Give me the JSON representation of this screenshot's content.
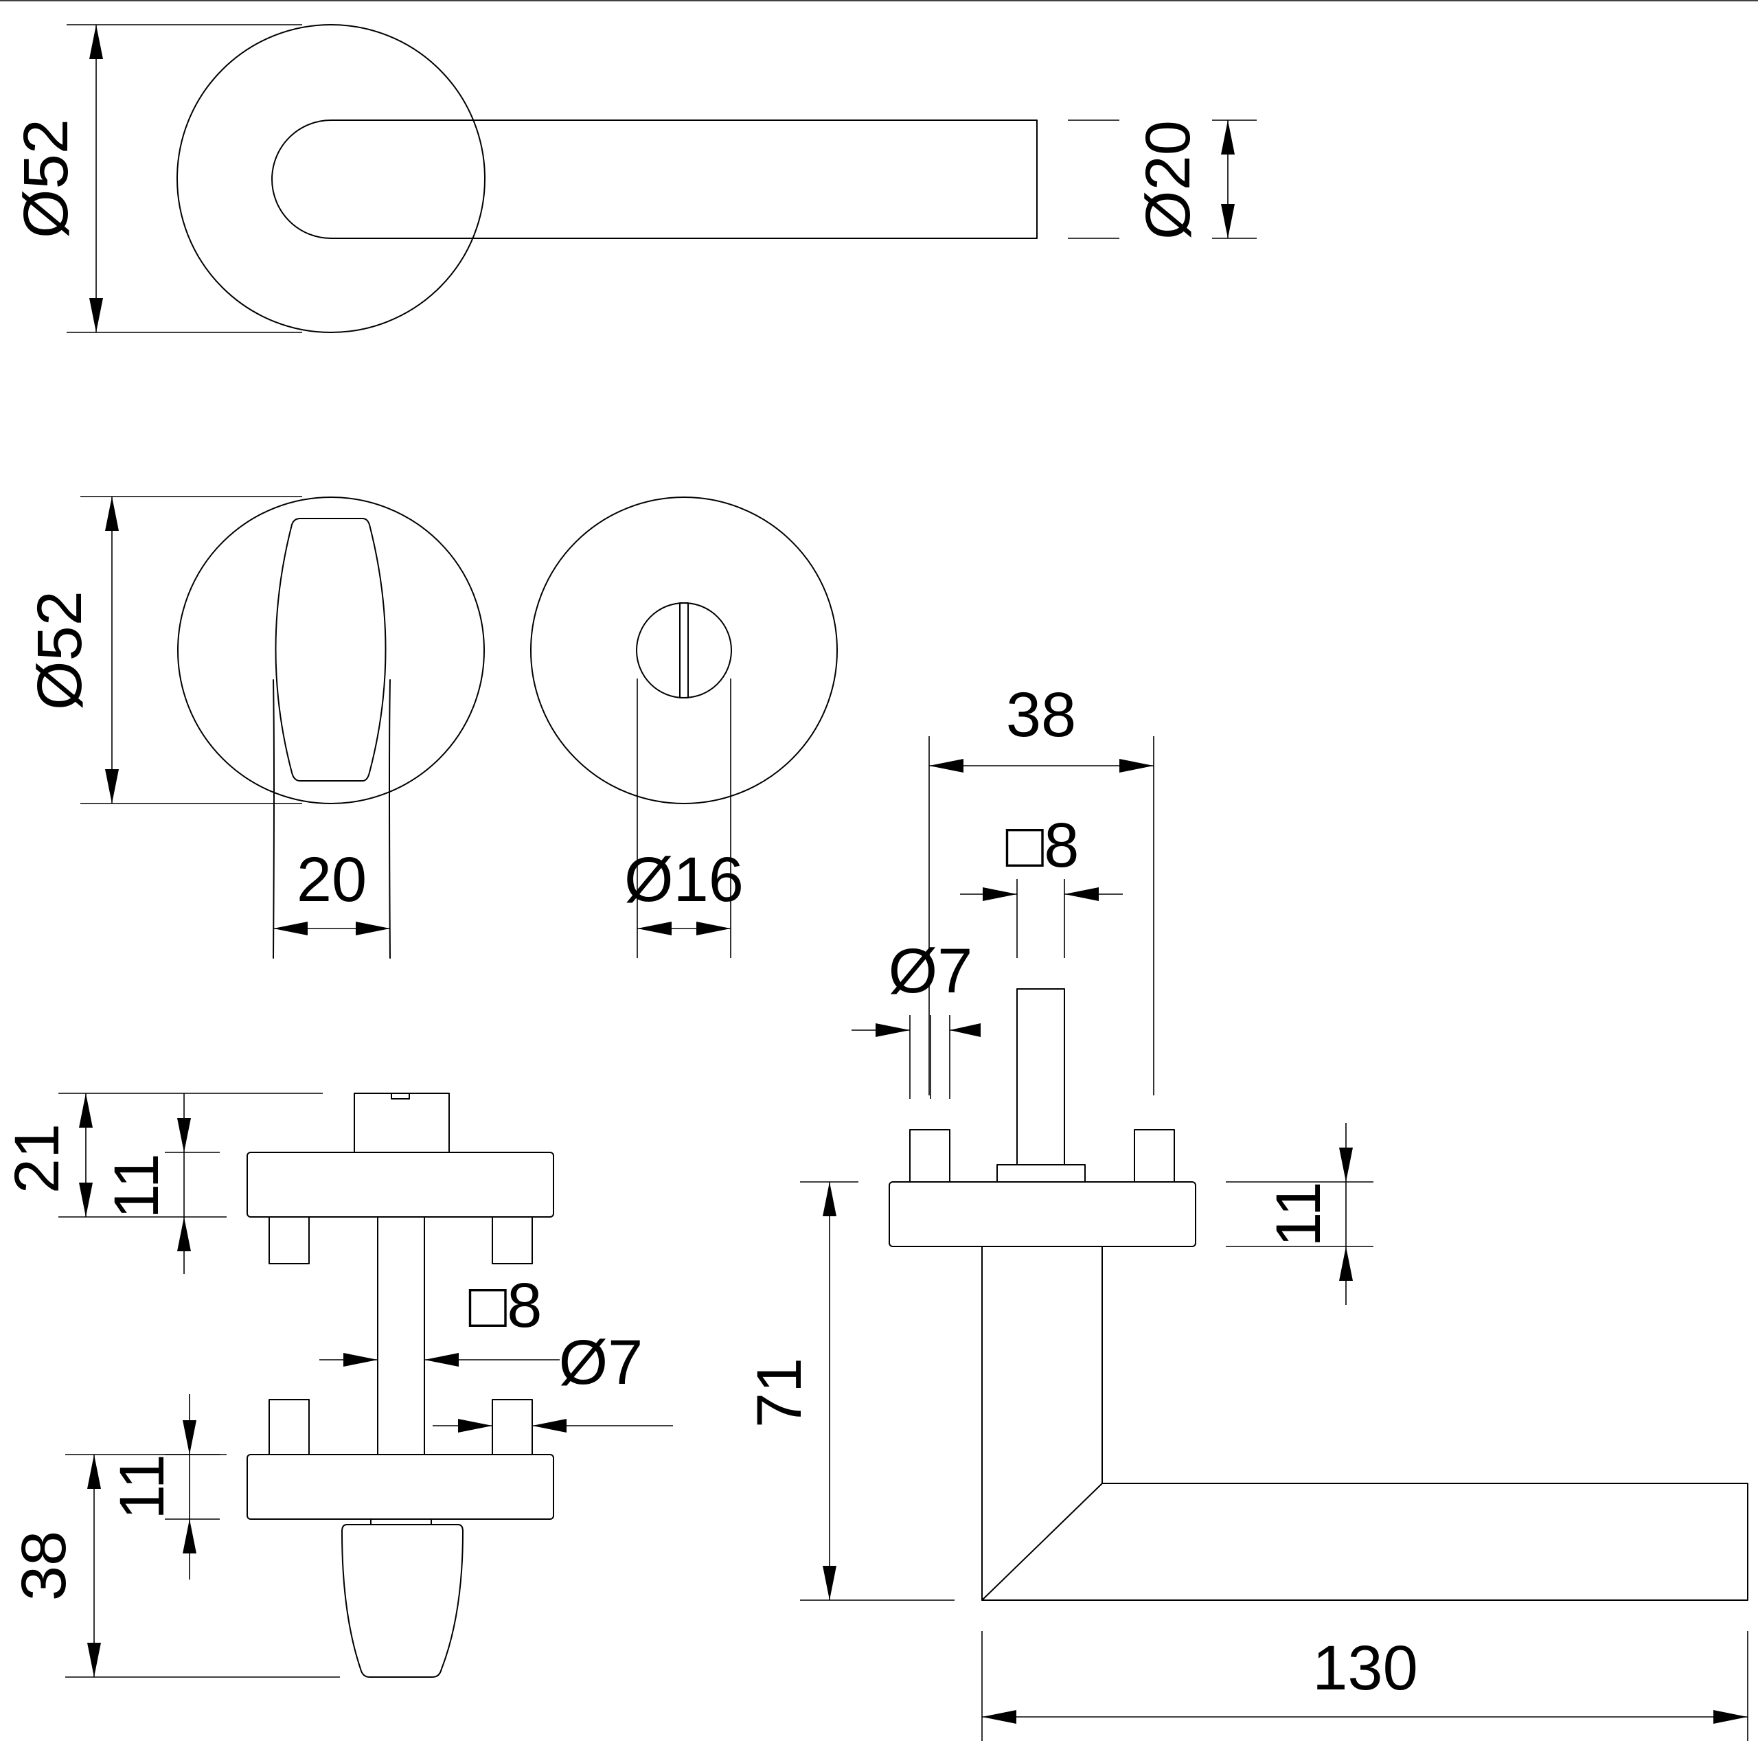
{
  "dimensions": {
    "rose_diameter_top": "Ø52",
    "lever_diameter": "Ø20",
    "rose_diameter_middle": "Ø52",
    "turn_width": "20",
    "cylinder_diameter": "Ø16",
    "total_depth": "21",
    "rose_height_upper": "11",
    "spindle_square_left": "□8",
    "pin_diameter_left": "Ø7",
    "rose_height_lower": "11",
    "turn_length": "38",
    "rose_spacing": "38",
    "spindle_square_right": "□8",
    "pin_diameter_right": "Ø7",
    "rose_height_right": "11",
    "lever_height": "71",
    "lever_length": "130"
  }
}
